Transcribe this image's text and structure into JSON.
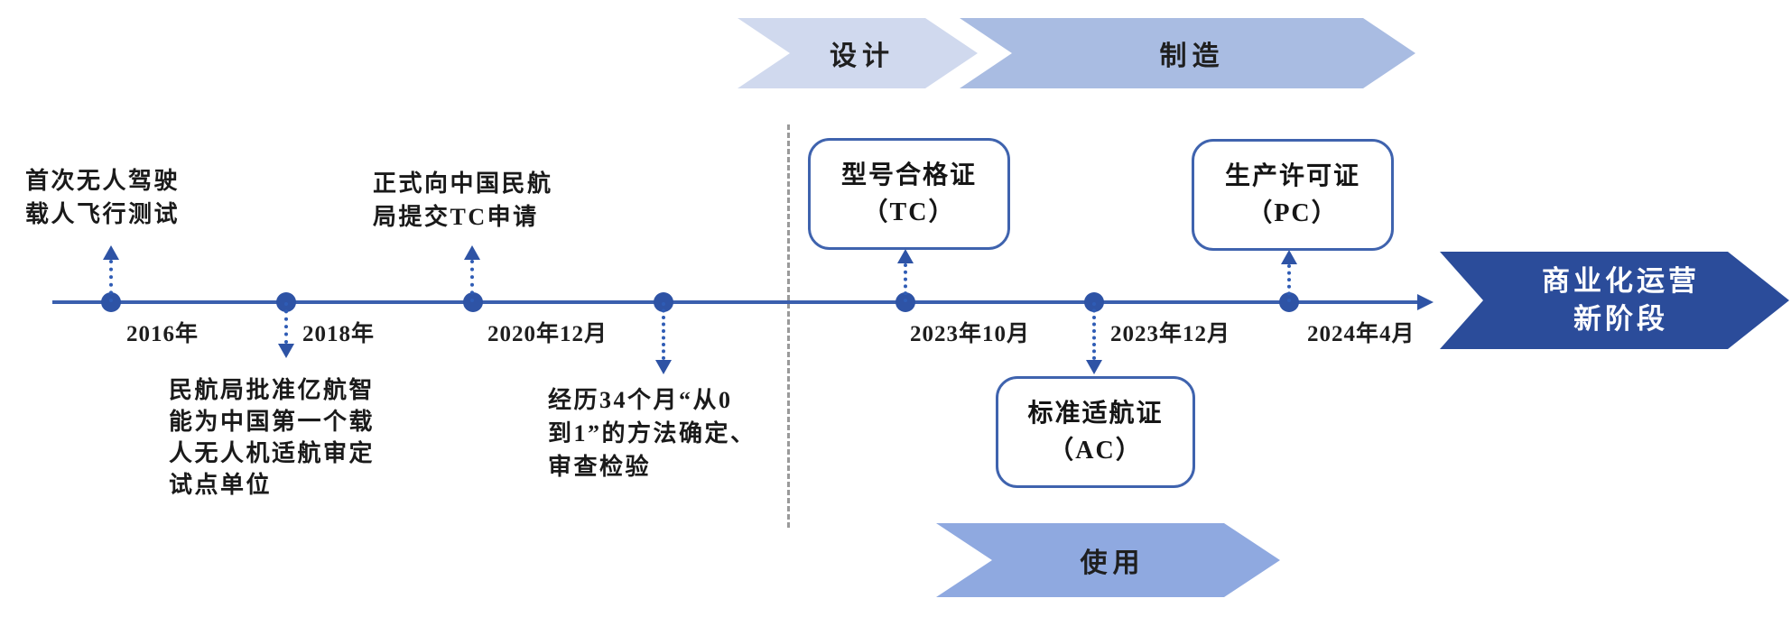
{
  "stages": {
    "design": {
      "label": "设计"
    },
    "manufacture": {
      "label": "制造"
    },
    "use": {
      "label": "使用"
    }
  },
  "final_stage": {
    "line1": "商业化运营",
    "line2": "新阶段"
  },
  "timeline": {
    "dates": [
      "2016年",
      "2018年",
      "2020年12月",
      "2023年10月",
      "2023年12月",
      "2024年4月"
    ]
  },
  "annotations": {
    "first_flight": {
      "lines": [
        "首次无人驾驶",
        "载人飞行测试"
      ]
    },
    "pilot_unit": {
      "lines": [
        "民航局批准亿航智",
        "能为中国第一个载",
        "人无人机适航审定",
        "试点单位"
      ]
    },
    "tc_application": {
      "lines": [
        "正式向中国民航",
        "局提交TC申请"
      ]
    },
    "method_review": {
      "lines": [
        "经历34个月“从0",
        "到1”的方法确定、",
        "审查检验"
      ]
    }
  },
  "certificates": {
    "tc": {
      "line1": "型号合格证",
      "line2": "（TC）"
    },
    "pc": {
      "line1": "生产许可证",
      "line2": "（PC）"
    },
    "ac": {
      "line1": "标准适航证",
      "line2": "（AC）"
    }
  },
  "colors": {
    "stage_design_fill": "#d0d9ee",
    "stage_manufacture_fill": "#a9bce2",
    "stage_use_fill": "#8fa9e0",
    "final_stage_fill": "#2b4c9a",
    "timeline_line": "#3a5fae",
    "timeline_dot": "#2e53a5",
    "connector_arrow": "#2f5cb5",
    "certificate_border": "#3f63ae",
    "separator_dash": "#9a9a9a",
    "text": "#1a1a1a",
    "final_text": "#ffffff"
  }
}
